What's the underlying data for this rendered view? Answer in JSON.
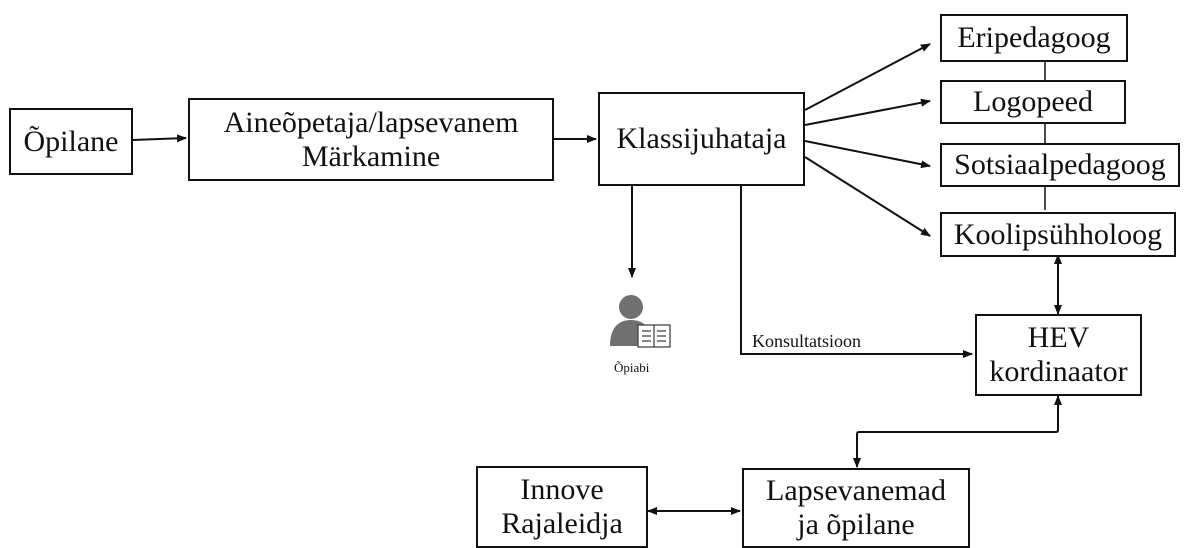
{
  "nodes": {
    "opilane": "Õpilane",
    "aineopetaja": [
      "Aineõpetaja/lapsevanem",
      "Märkamine"
    ],
    "klassijuhataja": "Klassijuhataja",
    "eripedagoog": "Eripedagoog",
    "logopeed": "Logopeed",
    "sotsiaalpedagoog": "Sotsiaalpedagoog",
    "koolipsuhholoog": "Koolipsühholoog",
    "hev": [
      "HEV",
      "kordinaator"
    ],
    "innove": [
      "Innove",
      "Rajaleidja"
    ],
    "lapsevanemad": [
      "Lapsevanemad",
      "ja õpilane"
    ]
  },
  "labels": {
    "konsultatsioon": "Konsultatsioon",
    "opiabi": "Õpiabi"
  },
  "icons": {
    "opiabi_icon": "person-reading-book-icon"
  },
  "colors": {
    "line": "#111111",
    "icon": "#707070"
  }
}
